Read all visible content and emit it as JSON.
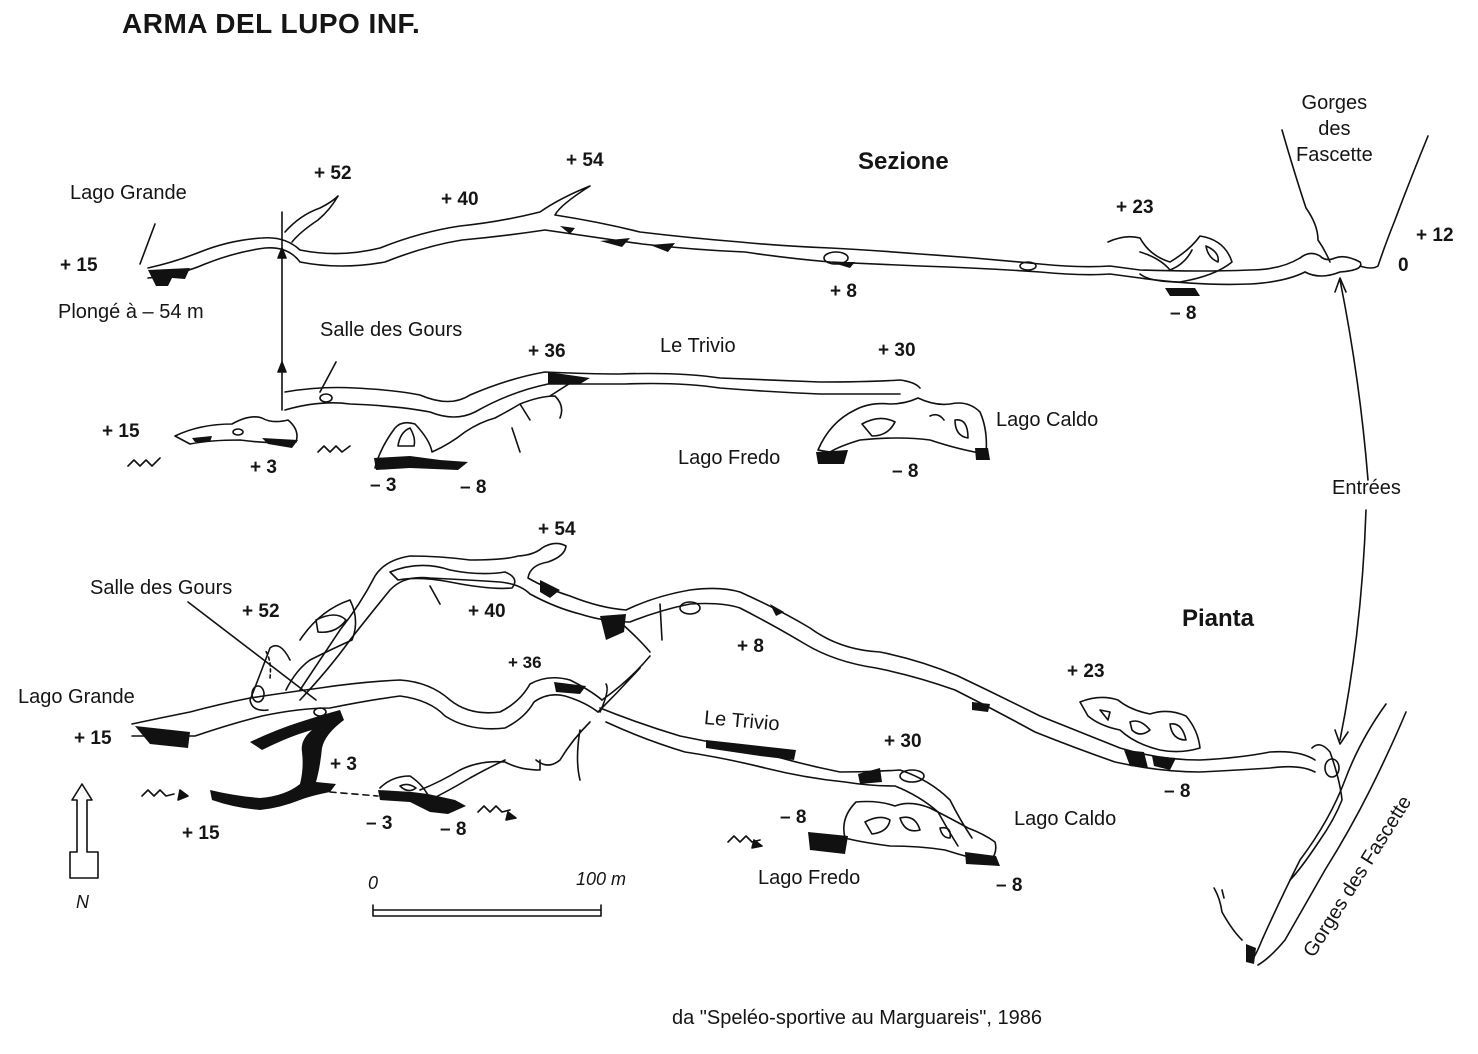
{
  "title": "ARMA DEL LUPO INF.",
  "sections": {
    "section": "Sezione",
    "plan": "Pianta"
  },
  "section_labels": {
    "lago_grande": "Lago Grande",
    "plonge": "Plongé à  – 54 m",
    "salle_gours": "Salle des Gours",
    "le_trivio": "Le Trivio",
    "lago_caldo": "Lago Caldo",
    "lago_fredo": "Lago Fredo",
    "gorges": "Gorges\ndes\nFascette",
    "entrees": "Entrées"
  },
  "section_depths": {
    "d52": "+ 52",
    "d54": "+ 54",
    "d40": "+ 40",
    "d15a": "+ 15",
    "d23": "+ 23",
    "d12": "+ 12",
    "d0": "0",
    "d8p": "+ 8",
    "d8m": "– 8",
    "d36": "+ 36",
    "d30": "+ 30",
    "d15b": "+ 15",
    "d3": "+ 3",
    "d3m": "– 3",
    "d8m2": "– 8",
    "d8m3": "– 8"
  },
  "plan_labels": {
    "salle_gours": "Salle des Gours",
    "lago_grande": "Lago Grande",
    "le_trivio": "Le Trivio",
    "lago_caldo": "Lago Caldo",
    "lago_fredo": "Lago Fredo",
    "gorges": "Gorges des Fascette",
    "north": "N"
  },
  "plan_depths": {
    "d54": "+ 54",
    "d52": "+ 52",
    "d40": "+ 40",
    "d36": "+ 36",
    "d8p": "+ 8",
    "d23": "+ 23",
    "d15a": "+ 15",
    "d3": "+ 3",
    "d15b": "+ 15",
    "d3m": "– 3",
    "d8m": "– 8",
    "d30": "+ 30",
    "d8m2": "– 8",
    "d8m3": "– 8",
    "d8m4": "– 8"
  },
  "scale": {
    "start": "0",
    "end": "100 m"
  },
  "source": "da \"Speléo-sportive  au  Marguareis\", 1986",
  "colors": {
    "ink": "#111111",
    "paper": "#ffffff"
  }
}
